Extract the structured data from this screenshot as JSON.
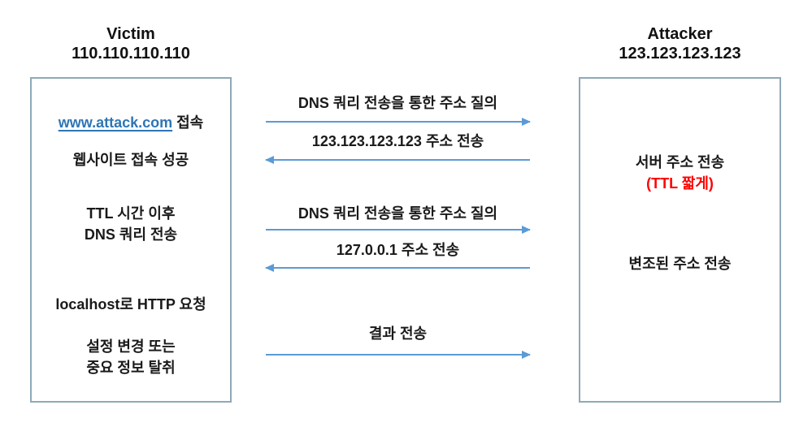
{
  "victim": {
    "title": "Victim",
    "ip": "110.110.110.110",
    "link": "www.attack.com",
    "link_suffix": " 접속",
    "step2": "웹사이트 접속 성공",
    "step3_line1": "TTL 시간 이후",
    "step3_line2": "DNS 쿼리 전송",
    "step4": "localhost로 HTTP 요청",
    "step5_line1": "설정 변경 또는",
    "step5_line2": "중요 정보 탈취"
  },
  "attacker": {
    "title": "Attacker",
    "ip": "123.123.123.123",
    "step1_line1": "서버 주소 전송",
    "step1_line2": "(TTL 짧게)",
    "step2": "변조된 주소 전송"
  },
  "messages": [
    {
      "label": "DNS 쿼리 전송을 통한 주소 질의",
      "direction": "right"
    },
    {
      "label": "123.123.123.123 주소 전송",
      "direction": "left"
    },
    {
      "label": "DNS 쿼리 전송을 통한 주소 질의",
      "direction": "right"
    },
    {
      "label": "127.0.0.1 주소 전송",
      "direction": "left"
    },
    {
      "label": "결과 전송",
      "direction": "right"
    }
  ],
  "colors": {
    "arrow": "#5b9bd5",
    "box_border": "#8fa9b8",
    "link": "#2e75b6",
    "alert": "#ff0000",
    "text": "#1a1a1a"
  }
}
